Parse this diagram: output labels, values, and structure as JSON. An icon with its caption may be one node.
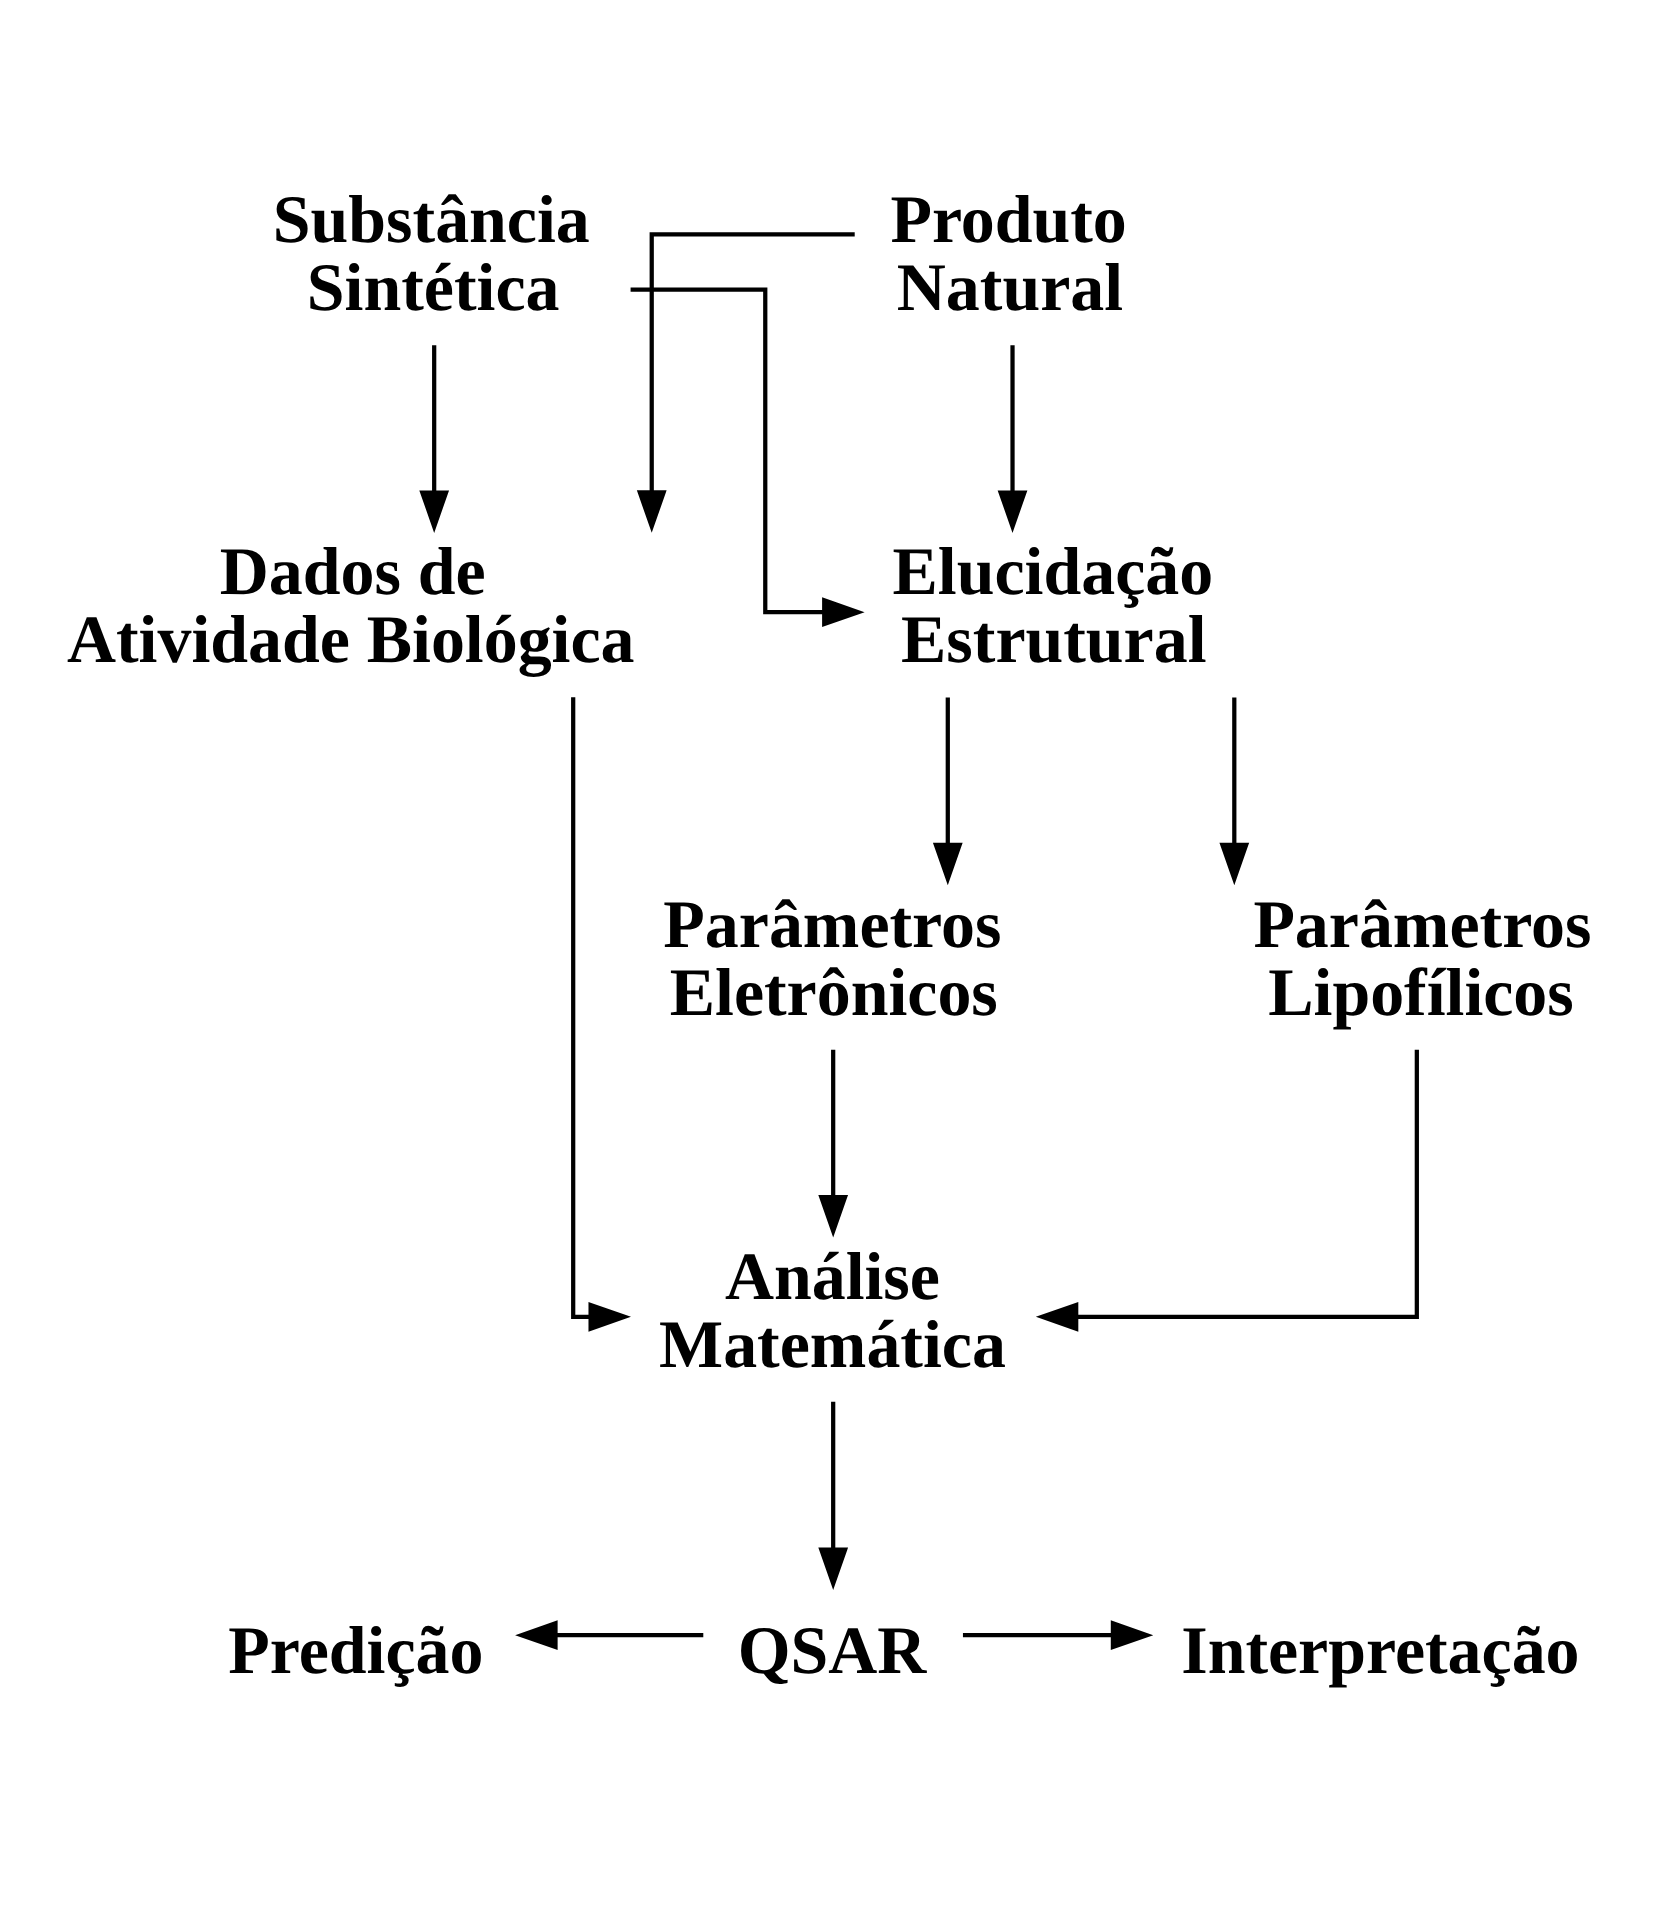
{
  "diagram": {
    "nodes": [
      {
        "text": [
          "Substância Sintética"
        ]
      },
      {
        "text": [
          "Produto Natural"
        ]
      },
      {
        "text": [
          "Elucidação Estrutural"
        ]
      },
      {
        "text": [
          "Dados de Atividade Biológica"
        ]
      },
      {
        "text": [
          "Parâmetros Lipofílicos"
        ]
      },
      {
        "text": [
          "Parâmetros Eletrônicos"
        ]
      },
      {
        "text": [
          "Análise Matemática"
        ]
      },
      {
        "text": [
          "QSAR"
        ]
      },
      {
        "text": [
          "Predição"
        ]
      },
      {
        "text": [
          "Interpretação"
        ]
      }
    ],
    "edges": [
      {
        "from": 0,
        "to": 2,
        "arrow": "to"
      },
      {
        "from": 0,
        "to": 3,
        "arrow": "to"
      },
      {
        "from": 1,
        "to": 2,
        "arrow": "to"
      },
      {
        "from": 1,
        "to": 3,
        "arrow": "to"
      },
      {
        "from": 2,
        "to": 4,
        "arrow": "to"
      },
      {
        "from": 2,
        "to": 5,
        "arrow": "to"
      },
      {
        "from": 4,
        "to": 6,
        "arrow": "to"
      },
      {
        "from": 5,
        "to": 6,
        "arrow": "to"
      },
      {
        "from": 3,
        "to": 6,
        "arrow": "to"
      },
      {
        "from": 6,
        "to": 7,
        "arrow": "to"
      },
      {
        "from": 7,
        "to": 8,
        "arrow": "to"
      },
      {
        "from": 7,
        "to": 9,
        "arrow": "to"
      }
    ]
  }
}
